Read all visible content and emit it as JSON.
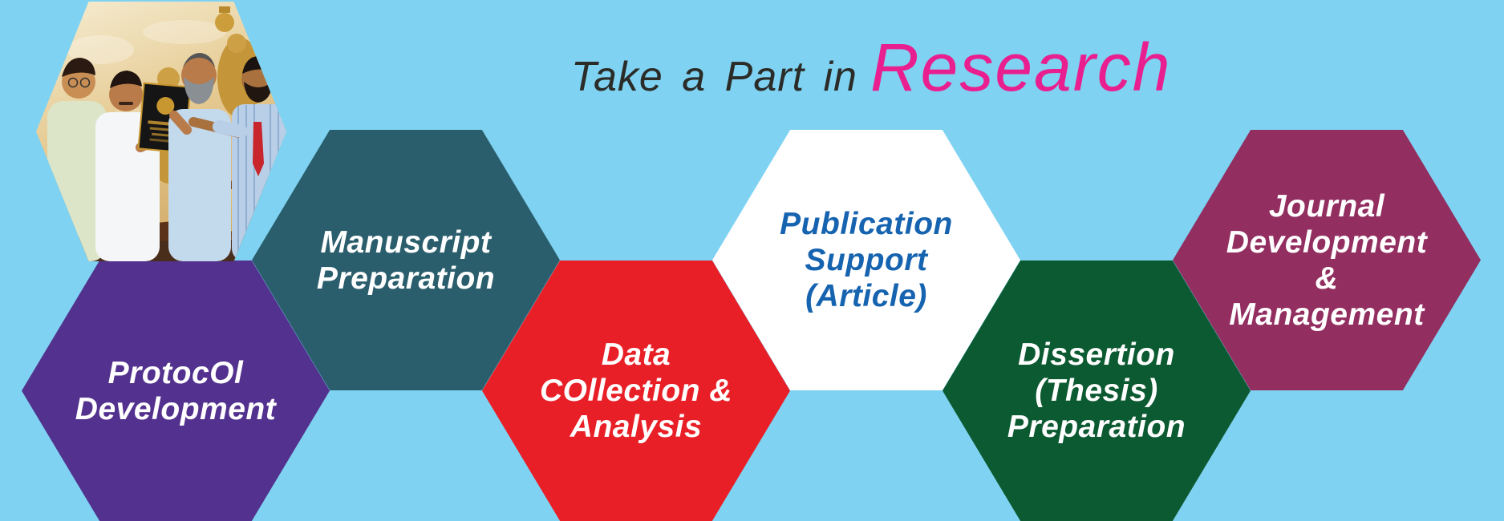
{
  "title": {
    "prefix": "Take a Part in",
    "highlight": "Research"
  },
  "colors": {
    "background": "#7FD2F1",
    "title_text": "#2B2B28",
    "title_highlight": "#EA1F8F",
    "publication_text_blue": "#1663B0"
  },
  "hexagons": [
    {
      "name": "protocol-development",
      "label": "ProtocOl\nDevelopment",
      "fill": "#53318E",
      "text_color": "#FFFFFF"
    },
    {
      "name": "manuscript-preparation",
      "label": "Manuscript\nPreparation",
      "fill": "#2A5E6C",
      "text_color": "#FFFFFF"
    },
    {
      "name": "data-collection",
      "label": "Data\nCOllection &\nAnalysis",
      "fill": "#E91F27",
      "text_color": "#FFFFFF"
    },
    {
      "name": "publication-support",
      "label": "Publication\nSupport\n(Article)",
      "fill": "#FFFFFF",
      "text_color": "#1663B0"
    },
    {
      "name": "dissertation-prep",
      "label": "Dissertion\n(Thesis)\nPreparation",
      "fill": "#0C5A31",
      "text_color": "#FFFFFF"
    },
    {
      "name": "journal-management",
      "label": "Journal\nDevelopment\n&\nManagement",
      "fill": "#922E60",
      "text_color": "#FFFFFF"
    }
  ],
  "photo": {
    "description": "Four men presenting an award plaque in an office with golden statues"
  }
}
